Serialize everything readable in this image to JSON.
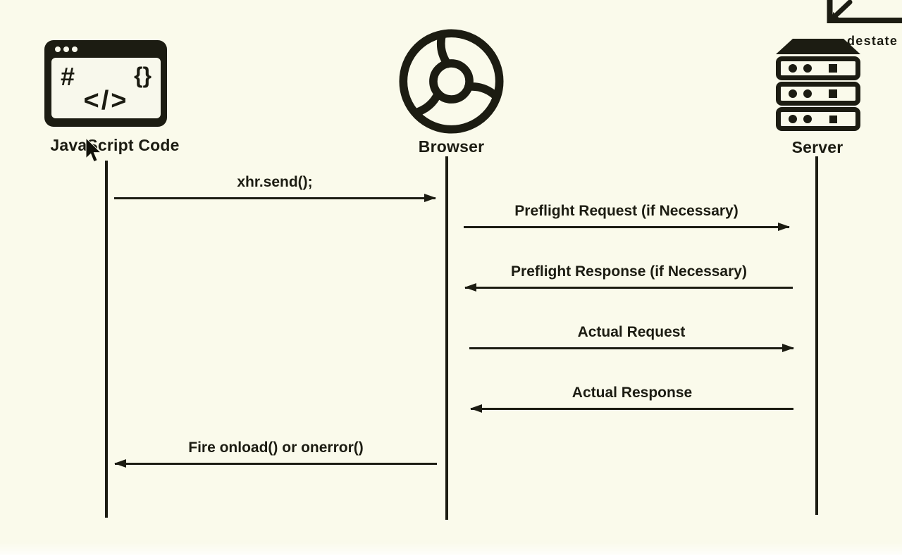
{
  "colors": {
    "background": "#fafaeb",
    "ink": "#1c1c12"
  },
  "diagram_type": "sequence-diagram",
  "actors": [
    {
      "id": "javascript-code",
      "label": "JavaScript Code",
      "icon": "code-window-icon"
    },
    {
      "id": "browser",
      "label": "Browser",
      "icon": "chrome-browser-icon"
    },
    {
      "id": "server",
      "label": "Server",
      "icon": "server-rack-icon"
    }
  ],
  "code_window": {
    "hash_glyph": "#",
    "braces_glyph": "{}",
    "code_glyph": "</>"
  },
  "messages": [
    {
      "label": "xhr.send();",
      "from": "javascript-code",
      "to": "browser",
      "direction": "right"
    },
    {
      "label": "Preflight Request (if Necessary)",
      "from": "browser",
      "to": "server",
      "direction": "right"
    },
    {
      "label": "Preflight Response (if Necessary)",
      "from": "server",
      "to": "browser",
      "direction": "left"
    },
    {
      "label": "Actual Request",
      "from": "browser",
      "to": "server",
      "direction": "right"
    },
    {
      "label": "Actual Response",
      "from": "server",
      "to": "browser",
      "direction": "left"
    },
    {
      "label": "Fire onload() or onerror()",
      "from": "browser",
      "to": "javascript-code",
      "direction": "left"
    }
  ],
  "watermark": {
    "visible_text": "destate"
  }
}
